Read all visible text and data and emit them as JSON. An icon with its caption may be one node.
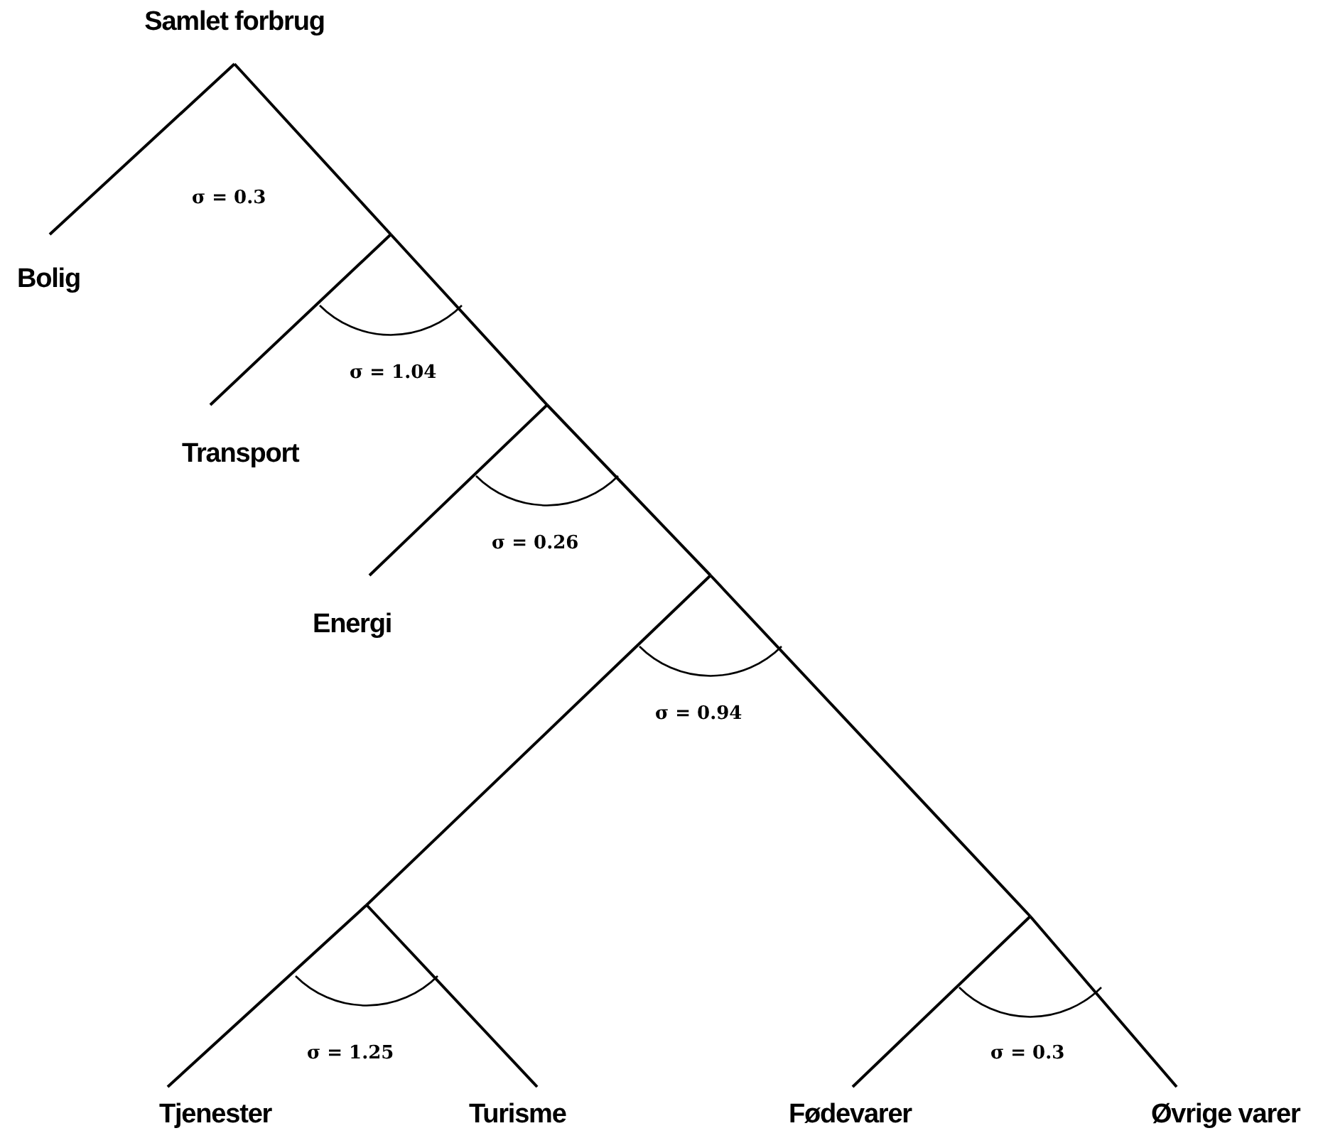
{
  "diagram": {
    "nodes": [
      {
        "text": [
          "Samlet forbrug"
        ]
      },
      {
        "text": [
          "Bolig"
        ]
      },
      {
        "text": [],
        "shape": "arc",
        "beside": [
          "σ = 1.04"
        ]
      },
      {
        "text": [
          "Transport"
        ]
      },
      {
        "text": [],
        "shape": "arc",
        "beside": [
          "σ = 0.26"
        ]
      },
      {
        "text": [
          "Energi"
        ]
      },
      {
        "text": [],
        "shape": "arc",
        "beside": [
          "σ = 0.94"
        ]
      },
      {
        "text": [],
        "shape": "arc",
        "beside": [
          "σ = 1.25"
        ]
      },
      {
        "text": [
          "Tjenester"
        ]
      },
      {
        "text": [
          "Turisme"
        ]
      },
      {
        "text": [],
        "shape": "arc",
        "beside": [
          "σ = 0.3"
        ]
      },
      {
        "text": [
          "Fødevarer"
        ]
      },
      {
        "text": [
          "Øvrige varer"
        ]
      }
    ],
    "edges": [
      {
        "from": 0,
        "to": 1,
        "arrow": "none"
      },
      {
        "from": 0,
        "to": 2,
        "arrow": "none"
      },
      {
        "from": 2,
        "to": 3,
        "arrow": "none"
      },
      {
        "from": 2,
        "to": 4,
        "arrow": "none"
      },
      {
        "from": 4,
        "to": 5,
        "arrow": "none"
      },
      {
        "from": 4,
        "to": 6,
        "arrow": "none"
      },
      {
        "from": 6,
        "to": 7,
        "arrow": "none"
      },
      {
        "from": 7,
        "to": 8,
        "arrow": "none"
      },
      {
        "from": 7,
        "to": 9,
        "arrow": "none"
      },
      {
        "from": 6,
        "to": 10,
        "arrow": "none"
      },
      {
        "from": 10,
        "to": 11,
        "arrow": "none"
      },
      {
        "from": 10,
        "to": 12,
        "arrow": "none"
      }
    ],
    "labels": [
      "σ = 0.3"
    ]
  }
}
